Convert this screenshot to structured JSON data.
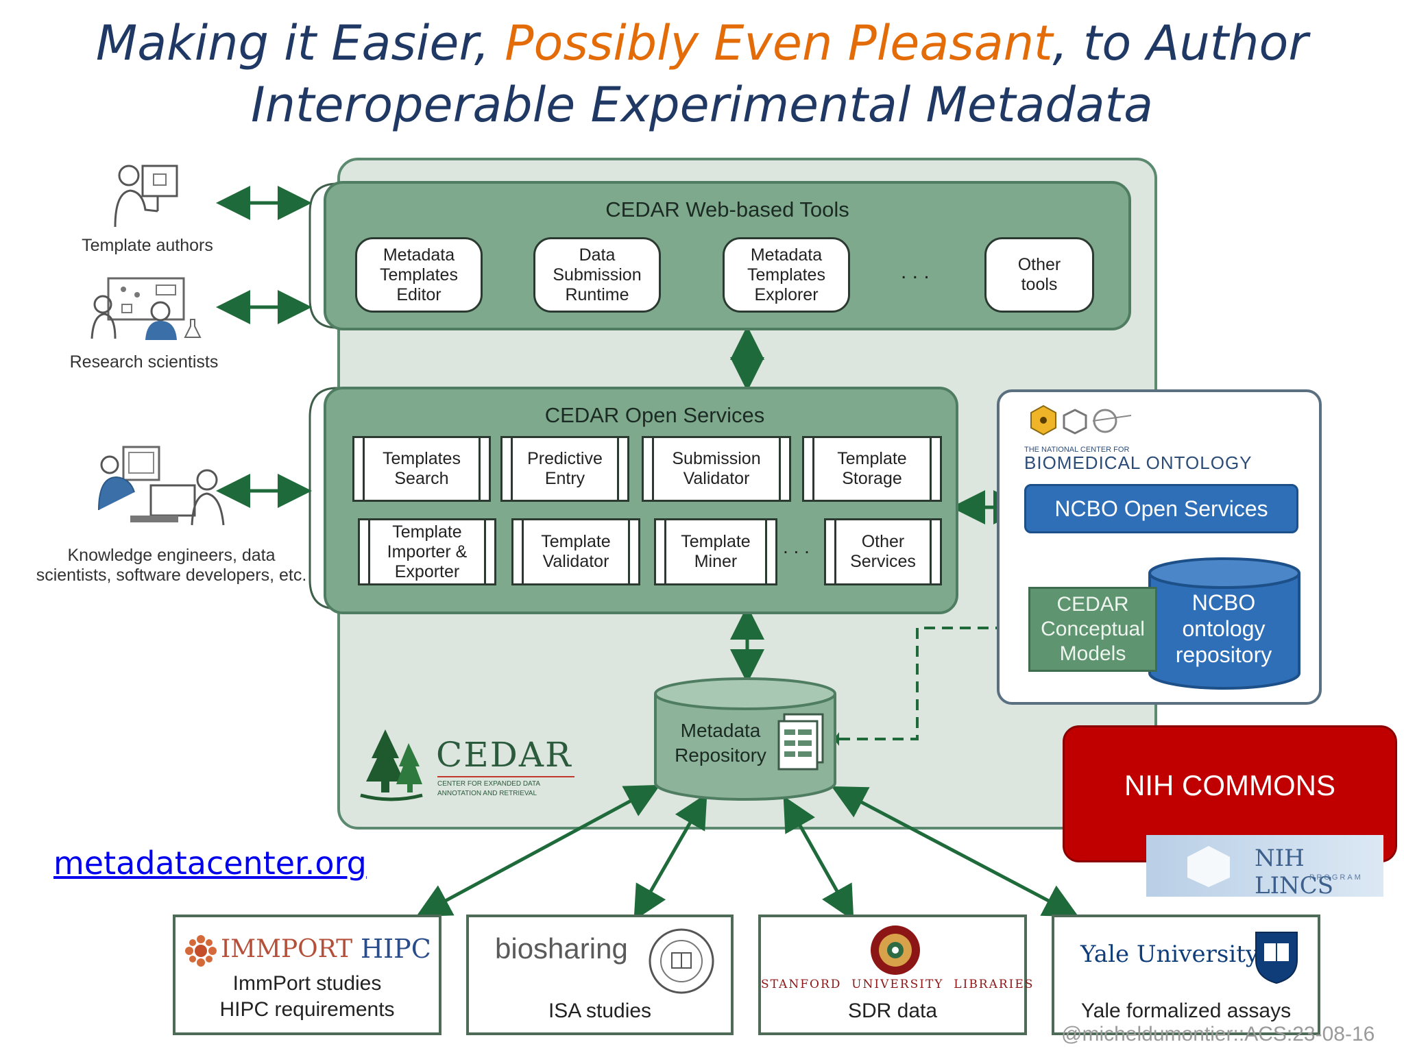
{
  "title": {
    "line1_part1": "Making it Easier, ",
    "line1_highlight": "Possibly Even Pleasant",
    "line1_part2": ", to Author",
    "line2": "Interoperable Experimental Metadata"
  },
  "actors": [
    {
      "label": "Template authors",
      "icon": "person-at-computer-icon"
    },
    {
      "label": "Research scientists",
      "icon": "scientist-at-whiteboard-icon"
    },
    {
      "label": "Knowledge engineers, data\nscientists, software developers, etc.",
      "icon": "developers-at-computer-icon"
    }
  ],
  "web_tools": {
    "title": "CEDAR Web-based Tools",
    "items": [
      "Metadata\nTemplates\nEditor",
      "Data\nSubmission\nRuntime",
      "Metadata\nTemplates\nExplorer",
      "Other\ntools"
    ],
    "ellipsis": ". . ."
  },
  "open_services": {
    "title": "CEDAR Open Services",
    "row1": [
      "Templates\nSearch",
      "Predictive\nEntry",
      "Submission\nValidator",
      "Template\nStorage"
    ],
    "row2": [
      "Template\nImporter &\nExporter",
      "Template\nValidator",
      "Template\nMiner",
      "Other\nServices"
    ],
    "ellipsis": ". . ."
  },
  "metadata_repository": {
    "label": "Metadata\nRepository",
    "icon": "documents-icon"
  },
  "cedar_logo": {
    "name": "CEDAR",
    "subtitle_line1": "CENTER FOR EXPANDED DATA",
    "subtitle_line2": "ANNOTATION AND RETRIEVAL",
    "icon": "pine-trees-icon"
  },
  "ncbo": {
    "header_small": "THE NATIONAL CENTER FOR",
    "header_large": "BIOMEDICAL ONTOLOGY",
    "open_services": "NCBO Open Services",
    "conceptual_models": "CEDAR\nConceptual\nModels",
    "repository": "NCBO\nontology\nrepository"
  },
  "nih_commons": {
    "label": "NIH COMMONS",
    "lincs_logo_text": "NIH LINCS",
    "lincs_sub": "PROGRAM"
  },
  "link": "metadatacenter.org",
  "sources": [
    {
      "logo1": "IMMPORT",
      "logo2": "HIPC",
      "caption": "ImmPort studies\nHIPC requirements"
    },
    {
      "logo1": "biosharing",
      "logo2": "oxford-seal-icon",
      "caption": "ISA studies"
    },
    {
      "logo1": "STANFORD  UNIVERSITY  LIBRARIES",
      "logo2": "stanford-seal-icon",
      "caption": "SDR data"
    },
    {
      "logo1": "Yale University",
      "logo2": "yale-shield-icon",
      "caption": "Yale formalized assays"
    }
  ],
  "footer_handle": "@micheldumontier::ACS:23-08-16",
  "colors": {
    "title": "#1f3864",
    "highlight": "#e36c09",
    "cedar_green": "#7ea98d",
    "ncbo_blue": "#2f6fb8",
    "nih_red": "#c00000"
  }
}
